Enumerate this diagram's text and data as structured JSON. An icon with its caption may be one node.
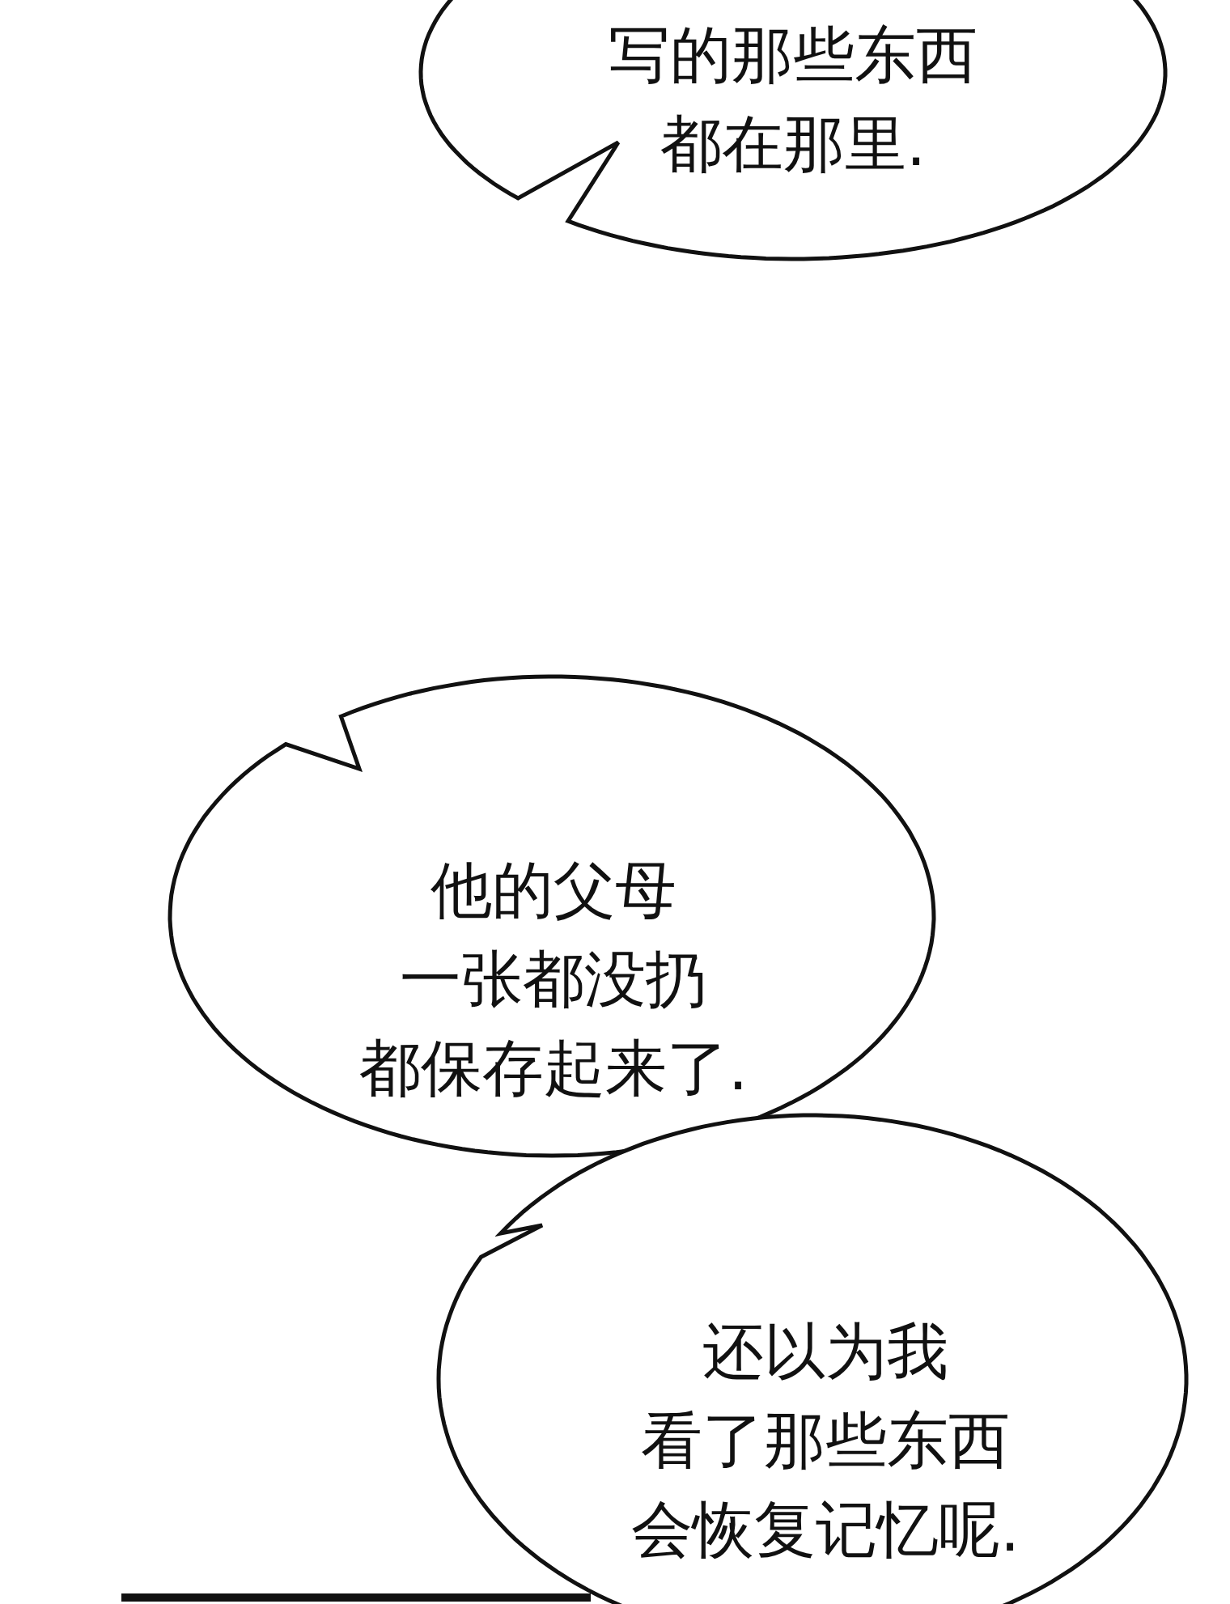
{
  "diagram": {
    "nodes": [
      {
        "text": [
          "写的那些东西都在那里."
        ]
      },
      {
        "text": [
          "他的父母一张都没扔都保存起来了."
        ]
      },
      {
        "text": [
          "还以为我看了那些东西会恢复记忆呢."
        ]
      }
    ]
  }
}
